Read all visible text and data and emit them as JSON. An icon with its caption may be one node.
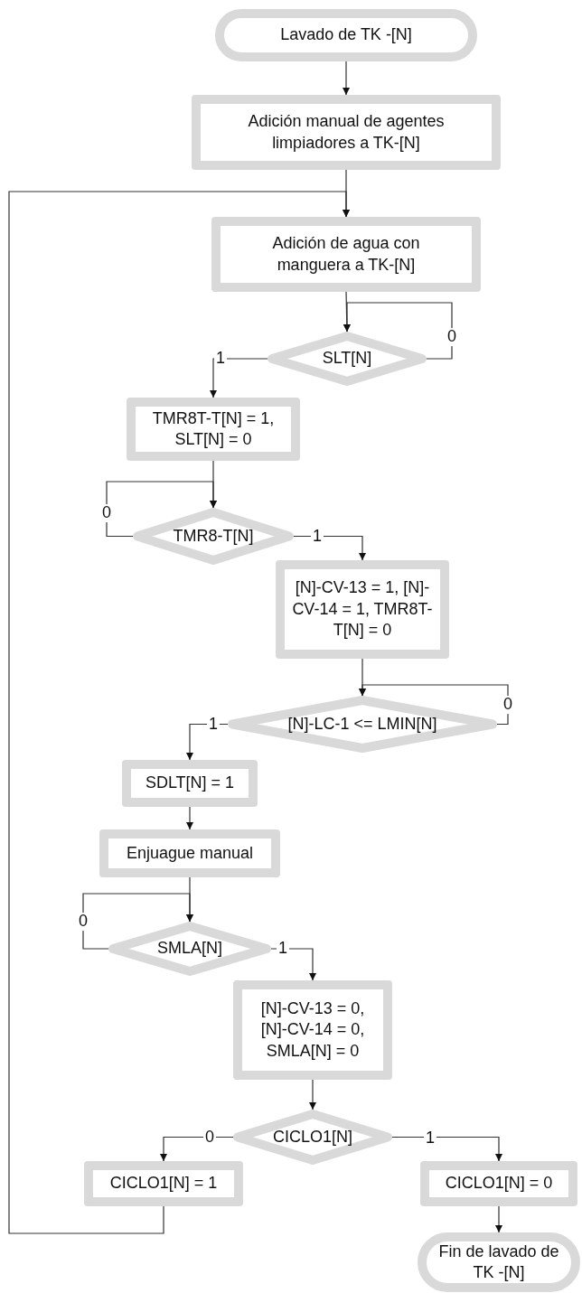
{
  "diagram": {
    "nodes": [
      {
        "text": [
          "Lavado de TK -[N]"
        ]
      },
      {
        "text": [
          "Adición manual de agentes limpiadores a TK-[N]"
        ]
      },
      {
        "text": [
          "Adición de agua con manguera a TK-[N]"
        ]
      },
      {
        "text": [
          "SLT[N]"
        ]
      },
      {
        "text": [
          "TMR8T-T[N] = 1, SLT[N] = 0"
        ]
      },
      {
        "text": [
          "TMR8-T[N]"
        ]
      },
      {
        "text": [
          "[N]-CV-13 = 1, [N]-CV-14 = 1, TMR8T-T[N] = 0"
        ]
      },
      {
        "text": [
          "[N]-LC-1 <= LMIN[N]"
        ]
      },
      {
        "text": [
          "SDLT[N] = 1"
        ]
      },
      {
        "text": [
          "Enjuague manual"
        ]
      },
      {
        "text": [
          "SMLA[N]"
        ]
      },
      {
        "text": [
          "[N]-CV-13 = 0, [N]-CV-14 = 0, SMLA[N] = 0"
        ]
      },
      {
        "text": [
          "CICLO1[N]"
        ]
      },
      {
        "text": [
          "CICLO1[N] = 1"
        ]
      },
      {
        "text": [
          "CICLO1[N] = 0"
        ]
      },
      {
        "text": [
          "Fin de lavado de TK -[N]"
        ]
      }
    ],
    "edges": [
      {
        "from": 0,
        "to": 1,
        "arrow": "to"
      },
      {
        "from": 1,
        "to": 2,
        "arrow": "to"
      },
      {
        "from": 2,
        "to": 3,
        "arrow": "to"
      },
      {
        "from": 3,
        "to": 4,
        "arrow": "to",
        "label": "1"
      },
      {
        "from": 3,
        "to": 3,
        "arrow": "to",
        "label": "0"
      },
      {
        "from": 4,
        "to": 5,
        "arrow": "to"
      },
      {
        "from": 5,
        "to": 5,
        "arrow": "to",
        "label": "0"
      },
      {
        "from": 5,
        "to": 6,
        "arrow": "to",
        "label": "1"
      },
      {
        "from": 6,
        "to": 7,
        "arrow": "to"
      },
      {
        "from": 7,
        "to": 7,
        "arrow": "to",
        "label": "0"
      },
      {
        "from": 7,
        "to": 8,
        "arrow": "to",
        "label": "1"
      },
      {
        "from": 8,
        "to": 9,
        "arrow": "to"
      },
      {
        "from": 9,
        "to": 10,
        "arrow": "to"
      },
      {
        "from": 10,
        "to": 10,
        "arrow": "to",
        "label": "0"
      },
      {
        "from": 10,
        "to": 11,
        "arrow": "to",
        "label": "1"
      },
      {
        "from": 11,
        "to": 12,
        "arrow": "to"
      },
      {
        "from": 12,
        "to": 13,
        "arrow": "to",
        "label": "0"
      },
      {
        "from": 12,
        "to": 14,
        "arrow": "to",
        "label": "1"
      },
      {
        "from": 14,
        "to": 15,
        "arrow": "to"
      },
      {
        "from": 13,
        "to": 2,
        "arrow": "to"
      }
    ]
  }
}
